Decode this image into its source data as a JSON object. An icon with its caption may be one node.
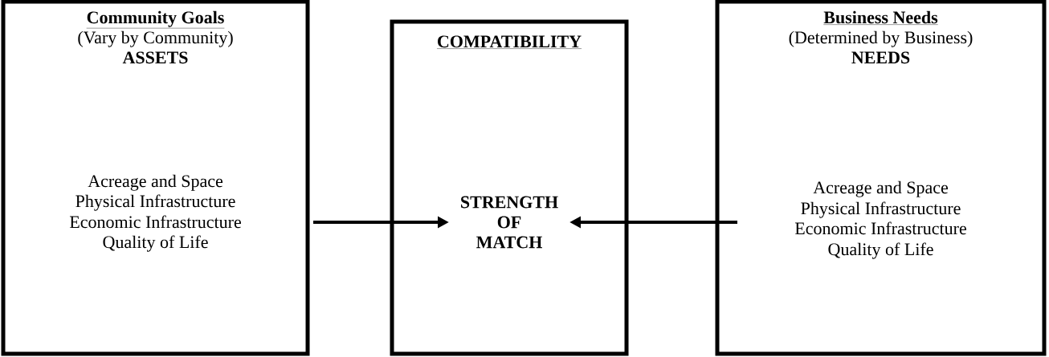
{
  "diagram": {
    "nodes": [
      {
        "text": [
          "Community Goals",
          "(Vary by Community)",
          "ASSETS",
          "Acreage and Space",
          "Physical Infrastructure",
          "Economic Infrastructure",
          "Quality of Life"
        ]
      },
      {
        "text": [
          "COMPATIBILITY"
        ]
      },
      {
        "text": [
          "STRENGTH OF MATCH"
        ],
        "in": 1
      },
      {
        "text": [
          "Business Needs",
          "(Determined by Business)",
          "NEEDS",
          "Acreage and Space",
          "Physical Infrastructure",
          "Economic Infrastructure",
          "Quality of Life"
        ]
      }
    ],
    "edges": [
      {
        "from": 0,
        "to": 2,
        "arrow": "to"
      },
      {
        "from": 3,
        "to": 2,
        "arrow": "to"
      }
    ]
  }
}
